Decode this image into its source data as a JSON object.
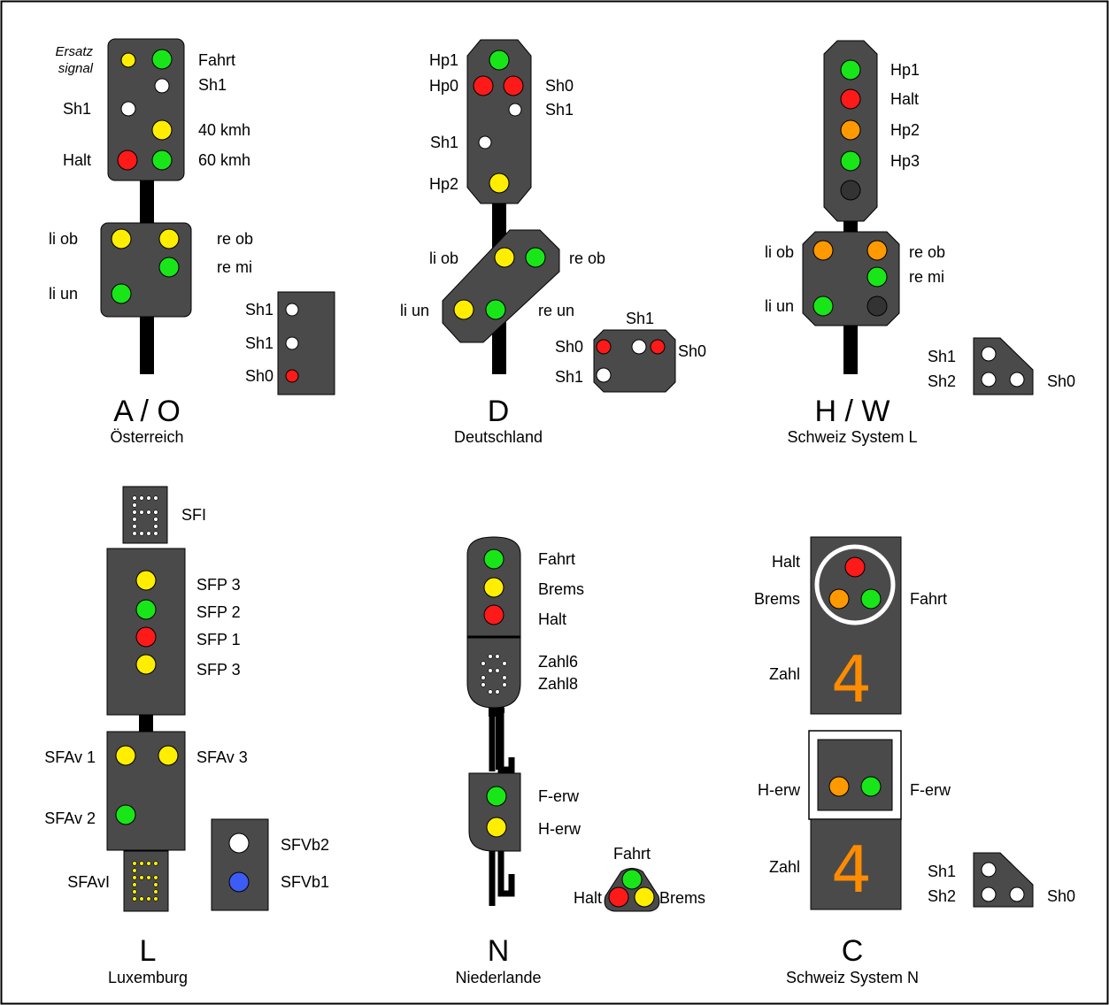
{
  "colors": {
    "green": "#19e619",
    "yellow": "#ffee00",
    "red": "#ff1a1a",
    "orange": "#ff9900",
    "white": "#ffffff",
    "blue": "#3d5cf5",
    "dark": "#333333",
    "housing": "#4a4a4a",
    "digit_orange": "#ff8c00"
  },
  "panels": {
    "austria": {
      "title": "A / O",
      "country": "Österreich",
      "ersatz_label_1": "Ersatz",
      "ersatz_label_2": "signal",
      "labels": [
        "Fahrt",
        "Sh1",
        "Sh1",
        "40 kmh",
        "Halt",
        "60 kmh",
        "li ob",
        "re ob",
        "re mi",
        "li un",
        "Sh1",
        "Sh1",
        "Sh0"
      ]
    },
    "germany": {
      "title": "D",
      "country": "Deutschland",
      "labels": [
        "Hp1",
        "Hp0",
        "Sh0",
        "Sh1",
        "Sh1",
        "Hp2",
        "li ob",
        "re ob",
        "li un",
        "re un",
        "Sh1",
        "Sh0",
        "Sh0",
        "Sh1"
      ]
    },
    "swiss_l": {
      "title": "H / W",
      "country": "Schweiz System L",
      "labels": [
        "Hp1",
        "Halt",
        "Hp2",
        "Hp3",
        "li ob",
        "re ob",
        "re mi",
        "li un",
        "Sh1",
        "Sh2",
        "Sh0"
      ]
    },
    "luxembourg": {
      "title": "L",
      "country": "Luxemburg",
      "labels": [
        "SFI",
        "SFP 3",
        "SFP 2",
        "SFP 1",
        "SFP 3",
        "SFAv 1",
        "SFAv 3",
        "SFAv 2",
        "SFAvI",
        "SFVb2",
        "SFVb1"
      ]
    },
    "netherlands": {
      "title": "N",
      "country": "Niederlande",
      "labels": [
        "Fahrt",
        "Brems",
        "Halt",
        "Zahl6",
        "Zahl8",
        "F-erw",
        "H-erw",
        "Fahrt",
        "Halt",
        "Brems"
      ]
    },
    "swiss_n": {
      "title": "C",
      "country": "Schweiz System N",
      "labels": [
        "Halt",
        "Brems",
        "Fahrt",
        "Zahl",
        "H-erw",
        "F-erw",
        "Zahl",
        "Sh1",
        "Sh2",
        "Sh0"
      ],
      "digit_top": "4",
      "digit_bottom": "4"
    }
  }
}
